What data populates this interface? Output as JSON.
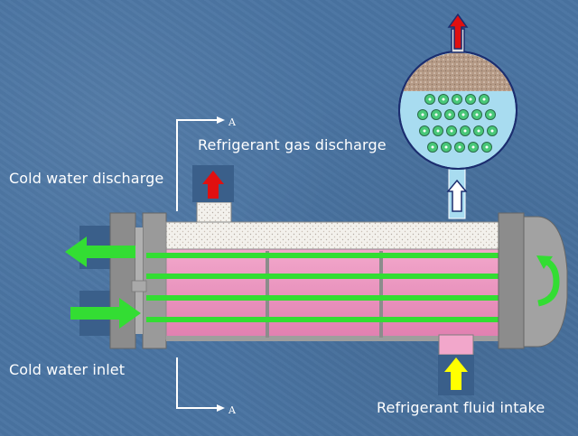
{
  "labels": {
    "gas_discharge": "Refrigerant gas discharge",
    "cold_water_discharge": "Cold water discharge",
    "cold_water_inlet": "Cold water inlet",
    "fluid_intake": "Refrigerant fluid intake",
    "section_mark_top": "A",
    "section_mark_bottom": "A"
  },
  "colors": {
    "background": "#4a74a2",
    "shell_gray": "#a8a8a8",
    "tube_pink": "#e88ab8",
    "tube_green": "#33dd33",
    "arrow_red": "#e01010",
    "arrow_yellow": "#ffff00",
    "cross_section_fill": "#a8dcf0",
    "vapor_fill": "#b59a86"
  },
  "icons": [
    "red-up-arrow-icon",
    "green-right-arrow-icon",
    "green-left-arrow-icon",
    "yellow-up-arrow-icon",
    "return-arrow-icon",
    "section-arrow-icon"
  ]
}
